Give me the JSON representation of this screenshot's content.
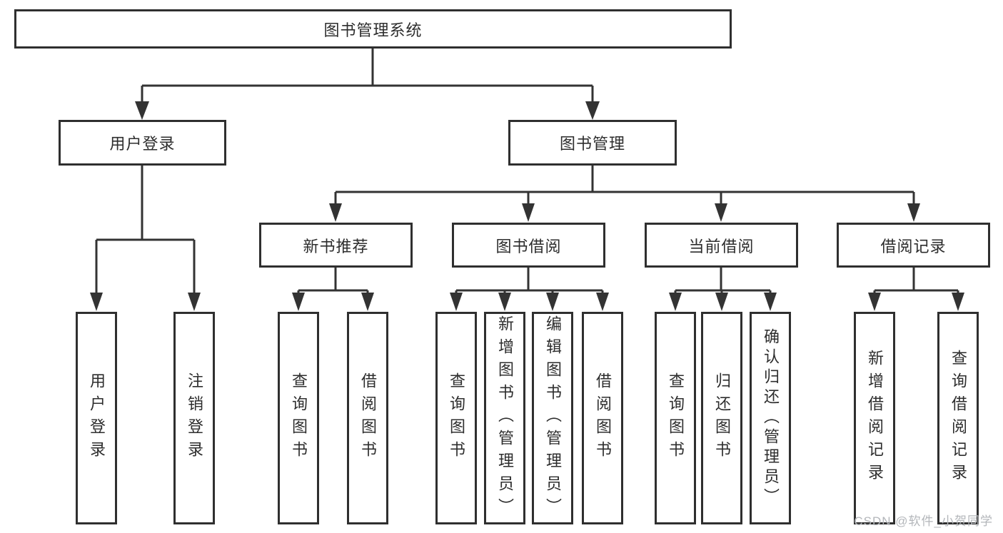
{
  "nodes": {
    "root": "图书管理系统",
    "user_login": "用户登录",
    "book_mgmt": "图书管理",
    "user_login_children": {
      "login": "用户登录",
      "logout": "注销登录"
    },
    "book_mgmt_children": {
      "new_recommend": "新书推荐",
      "book_borrow": "图书借阅",
      "current_borrow": "当前借阅",
      "borrow_records": "借阅记录"
    },
    "new_recommend_children": {
      "query_books": "查询图书",
      "borrow_books": "借阅图书"
    },
    "book_borrow_children": {
      "query_books": "查询图书",
      "add_books": "新增图书（管理员）",
      "edit_books": "编辑图书（管理员）",
      "borrow_books": "借阅图书"
    },
    "current_borrow_children": {
      "query_books": "查询图书",
      "return_books": "归还图书",
      "confirm_return": "确认归还（管理员）"
    },
    "borrow_records_children": {
      "add_record": "新增借阅记录",
      "query_record": "查询借阅记录"
    }
  },
  "watermark": "CSDN @软件_小贺同学",
  "colors": {
    "line": "#333333",
    "box_border": "#2f2f2f",
    "text": "#2d2d2d",
    "background": "#ffffff",
    "watermark": "#b3b6ba"
  }
}
